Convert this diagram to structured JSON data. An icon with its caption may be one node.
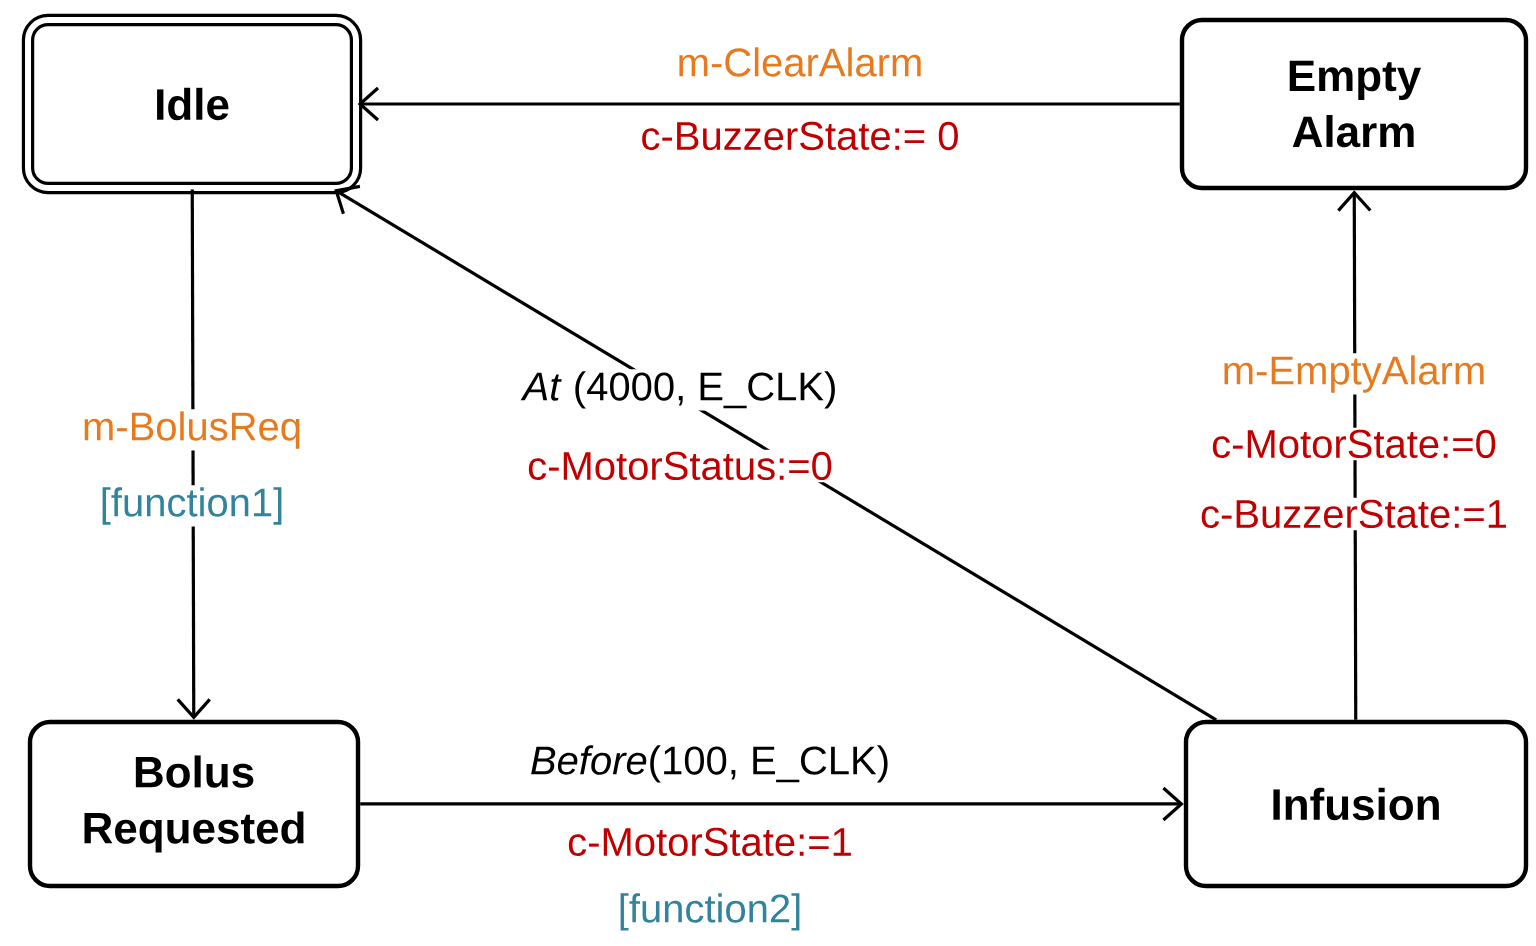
{
  "diagram": {
    "nodes": [
      {
        "text": [
          "Idle"
        ]
      },
      {
        "text": [
          "Empty Alarm"
        ]
      },
      {
        "text": [
          "Bolus Requested"
        ]
      },
      {
        "text": [
          "Infusion"
        ]
      }
    ],
    "edges": [
      {
        "from": 1,
        "to": 0,
        "arrow": "to",
        "label": "m-ClearAlarm"
      },
      {
        "from": 0,
        "to": 2,
        "arrow": "to",
        "label": "m-BolusReq"
      },
      {
        "from": 3,
        "to": 0,
        "arrow": "to",
        "label": "*At* (4000, E_CLK)"
      },
      {
        "from": 3,
        "to": 1,
        "arrow": "to",
        "label": "m-EmptyAlarm"
      },
      {
        "from": 2,
        "to": 3,
        "arrow": "to",
        "label": "*Before*(100, E_CLK)"
      }
    ],
    "labels": [
      "c-BuzzerState:= 0",
      "[function1]",
      "c-MotorStatus:=0",
      "c-MotorState:=0",
      "c-BuzzerState:=1",
      "c-MotorState:=1",
      "[function2]"
    ]
  }
}
